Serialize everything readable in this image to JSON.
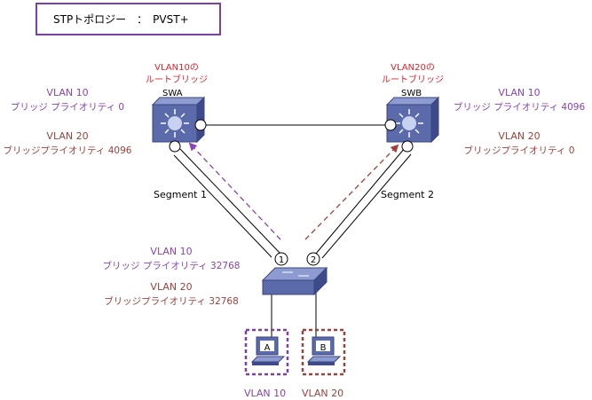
{
  "title": "STPトポロジー　：　PVST+",
  "colors": {
    "vlan10": "#8a43b2",
    "vlan20": "#a0403a",
    "root_label": "#e8202a",
    "frame": "#7b3fa6",
    "device_fill": "#5a6aaa",
    "device_top": "#8e9bd0",
    "link": "#000000"
  },
  "swa": {
    "name": "SWA",
    "root_note": [
      "VLAN10の",
      "ルートブリッジ"
    ],
    "vlan10_label": "VLAN 10",
    "vlan10_priority": "ブリッジ プライオリティ  0",
    "vlan20_label": "VLAN 20",
    "vlan20_priority": "ブリッジプライオリティ 4096"
  },
  "swb": {
    "name": "SWB",
    "root_note": [
      "VLAN20の",
      "ルートブリッジ"
    ],
    "vlan10_label": "VLAN 10",
    "vlan10_priority": "ブリッジ プライオリティ  4096",
    "vlan20_label": "VLAN 20",
    "vlan20_priority": "ブリッジプライオリティ 0"
  },
  "access_switch": {
    "vlan10_label": "VLAN 10",
    "vlan10_priority": "ブリッジ プライオリティ 32768",
    "vlan20_label": "VLAN 20",
    "vlan20_priority": "ブリッジプライオリティ 32768",
    "port1": "1",
    "port2": "2"
  },
  "segments": {
    "segment1": "Segment 1",
    "segment2": "Segment 2"
  },
  "hosts": {
    "a": {
      "label": "A",
      "vlan": "VLAN 10"
    },
    "b": {
      "label": "B",
      "vlan": "VLAN 20"
    }
  },
  "icons": [
    "multilayer-switch-icon",
    "workgroup-switch-icon",
    "pc-icon",
    "arrow-icon"
  ]
}
